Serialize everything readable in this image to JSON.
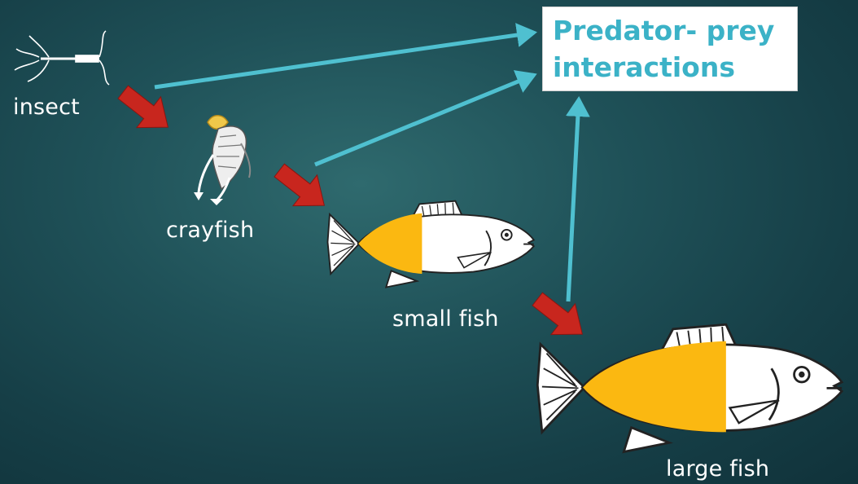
{
  "title": {
    "line1": "Predator- prey",
    "line2": "interactions"
  },
  "organisms": {
    "insect": "insect",
    "crayfish": "crayfish",
    "small_fish": "small fish",
    "large_fish": "large fish"
  },
  "colors": {
    "background": "#1f5158",
    "feeding_arrow": "#c8261e",
    "interaction_arrow": "#4fc0d0",
    "fish_fill": "#fbb811",
    "title_text": "#3bb2c7"
  }
}
